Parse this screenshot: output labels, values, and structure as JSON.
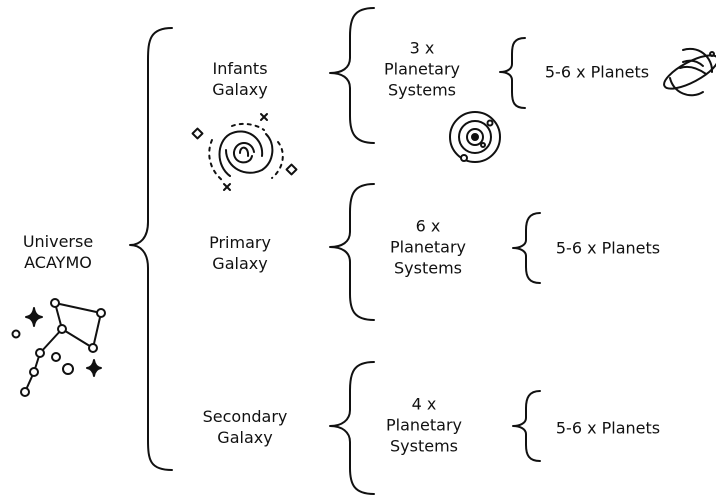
{
  "root": {
    "line1": "Universe",
    "line2": "ACAYMO"
  },
  "galaxies": [
    {
      "line1": "Infants",
      "line2": "Galaxy",
      "systems": {
        "line1": "3 x",
        "line2": "Planetary",
        "line3": "Systems"
      },
      "planets": "5-6 x Planets"
    },
    {
      "line1": "Primary",
      "line2": "Galaxy",
      "systems": {
        "line1": "6 x",
        "line2": "Planetary",
        "line3": "Systems"
      },
      "planets": "5-6 x Planets"
    },
    {
      "line1": "Secondary",
      "line2": "Galaxy",
      "systems": {
        "line1": "4 x",
        "line2": "Planetary",
        "line3": "Systems"
      },
      "planets": "5-6 x Planets"
    }
  ],
  "icons": [
    "constellation-icon",
    "galaxy-icon",
    "solar-system-icon",
    "planet-icon"
  ],
  "colors": {
    "ink": "#111111",
    "background": "#ffffff"
  }
}
